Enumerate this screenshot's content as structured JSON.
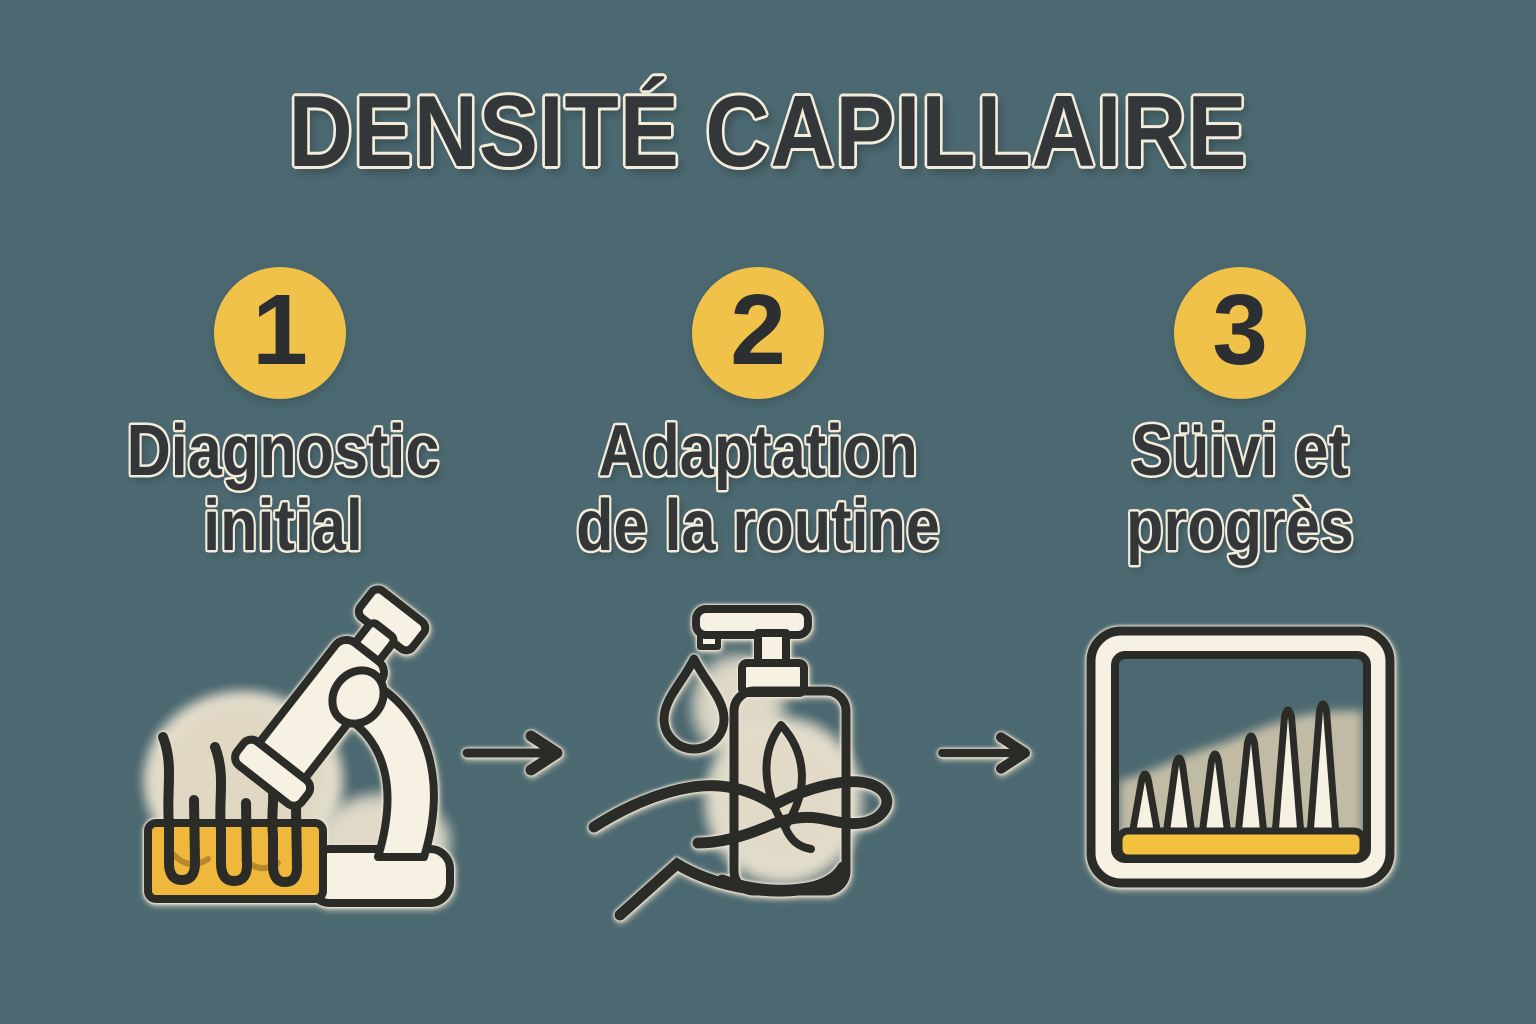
{
  "title": "DENSITÉ CAPILLAIRE",
  "steps": [
    {
      "number": "1",
      "label_line1": "Diagnostic",
      "label_line2": "initial",
      "icon": "microscope-hair-follicle-icon"
    },
    {
      "number": "2",
      "label_line1": "Adaptation",
      "label_line2": "de la routine",
      "icon": "hand-pump-bottle-icon"
    },
    {
      "number": "3",
      "label_line1": "Süivi et",
      "label_line2": "progrès",
      "icon": "hair-growth-monitor-icon"
    }
  ],
  "arrows": [
    "arrow-right-icon",
    "arrow-right-icon"
  ],
  "colors": {
    "background": "#4C6971",
    "badge_yellow": "#F0C24A",
    "skin_yellow": "#EFB83C",
    "bar_yellow": "#F2C23F",
    "ink_outline": "#2B2B27",
    "cream_fill": "#F7F1E3",
    "text_dark": "#33373A",
    "halo_beige": "#D6CDB7"
  }
}
